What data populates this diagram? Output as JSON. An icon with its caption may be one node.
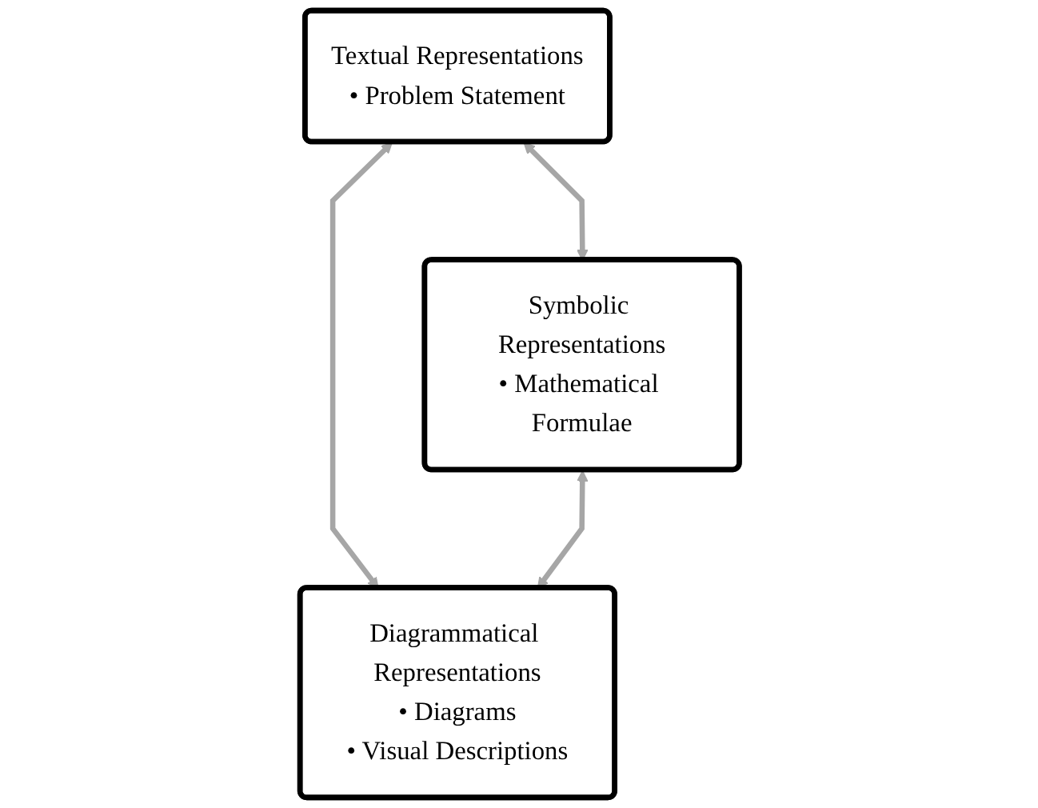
{
  "diagram": {
    "nodes": [
      {
        "text": [
          "Textual Representations",
          "• Problem Statement"
        ]
      },
      {
        "text": [
          "Symbolic Representations",
          "• Mathematical Formulae"
        ]
      },
      {
        "text": [
          "Diagrammatical Representations",
          "• Diagrams",
          "• Visual Descriptions"
        ]
      }
    ],
    "edges": [
      {
        "from": 0,
        "to": 1,
        "arrow": "both"
      },
      {
        "from": 0,
        "to": 2,
        "arrow": "both"
      },
      {
        "from": 1,
        "to": 2,
        "arrow": "both"
      }
    ]
  }
}
